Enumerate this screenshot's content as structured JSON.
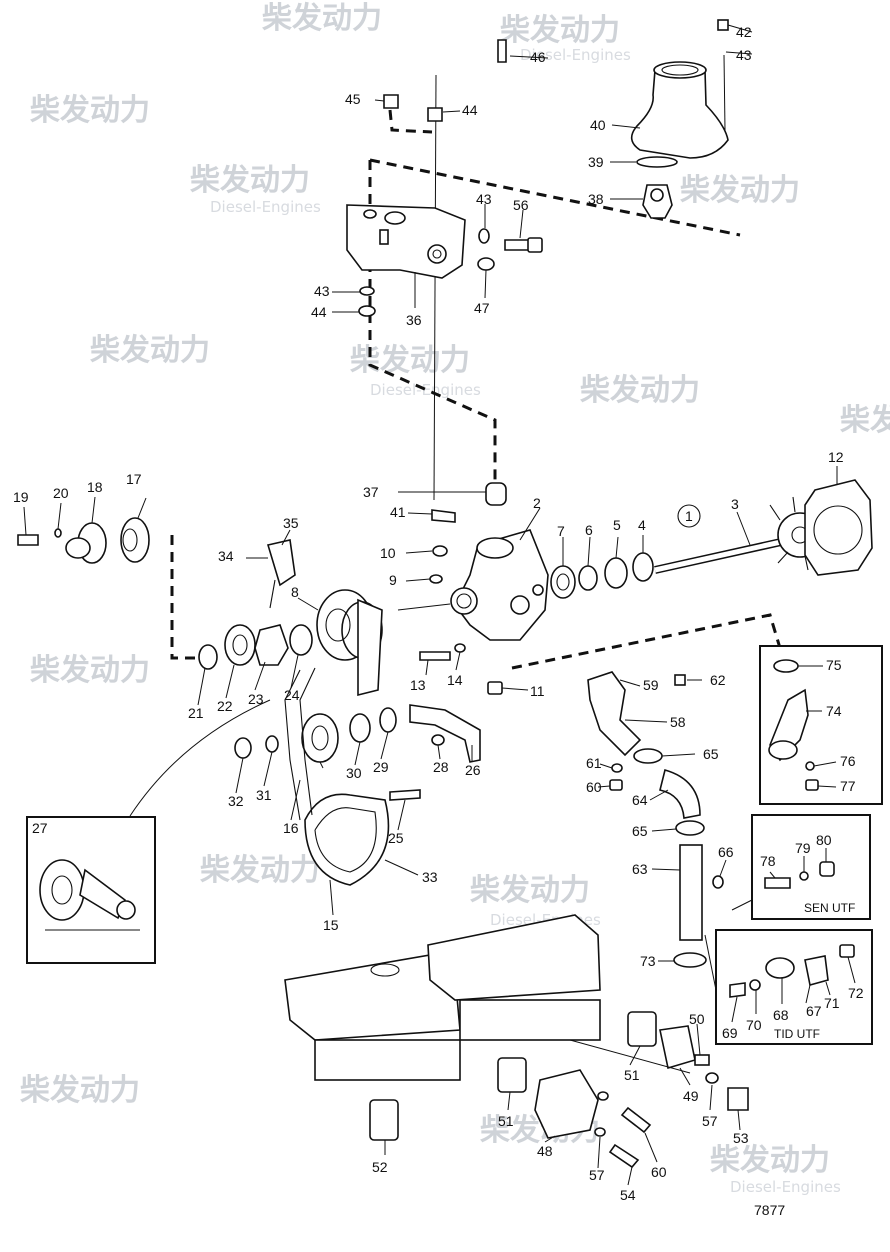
{
  "watermark": {
    "cn": "柴发动力",
    "en": "Diesel-Engines"
  },
  "callouts": {
    "c1": "1",
    "c2": "2",
    "c3": "3",
    "c4": "4",
    "c5": "5",
    "c6": "6",
    "c7": "7",
    "c8": "8",
    "c9": "9",
    "c10": "10",
    "c11": "11",
    "c12": "12",
    "c13": "13",
    "c14": "14",
    "c15": "15",
    "c16": "16",
    "c17": "17",
    "c18": "18",
    "c19": "19",
    "c20": "20",
    "c21": "21",
    "c22": "22",
    "c23": "23",
    "c24": "24",
    "c25": "25",
    "c26": "26",
    "c27": "27",
    "c28": "28",
    "c29": "29",
    "c30": "30",
    "c31": "31",
    "c32": "32",
    "c33": "33",
    "c34": "34",
    "c35": "35",
    "c36": "36",
    "c37": "37",
    "c38": "38",
    "c39": "39",
    "c40": "40",
    "c41": "41",
    "c42": "42",
    "c43": "43",
    "c44": "44",
    "c45": "45",
    "c46": "46",
    "c47": "47",
    "c48": "48",
    "c49": "49",
    "c50": "50",
    "c51": "51",
    "c52": "52",
    "c53": "53",
    "c54": "54",
    "c56": "56",
    "c57": "57",
    "c58": "58",
    "c59": "59",
    "c60": "60",
    "c61": "61",
    "c62": "62",
    "c63": "63",
    "c64": "64",
    "c65": "65",
    "c66": "66",
    "c67": "67",
    "c68": "68",
    "c69": "69",
    "c70": "70",
    "c71": "71",
    "c72": "72",
    "c73": "73",
    "c74": "74",
    "c75": "75",
    "c76": "76",
    "c77": "77",
    "c78": "78",
    "c79": "79",
    "c80": "80"
  },
  "box_labels": {
    "sen": "SEN UTF",
    "tid": "TID UTF"
  },
  "diagram_number": "7877"
}
